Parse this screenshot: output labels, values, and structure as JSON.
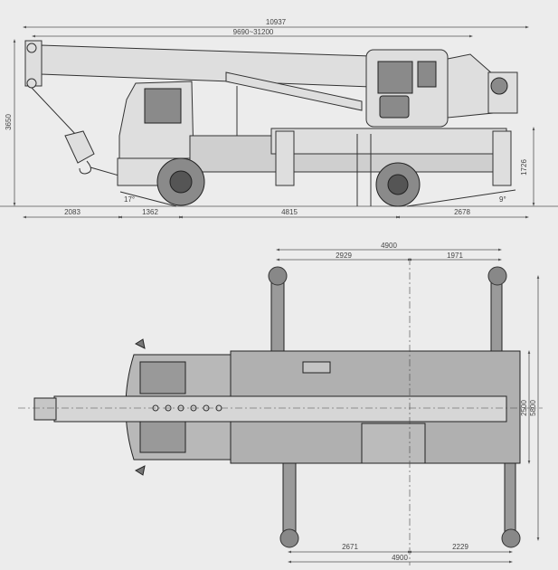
{
  "side_view": {
    "overall_length": "10937",
    "boom_length": "9690~31200",
    "overall_height": "3650",
    "outrigger_height": "1726",
    "approach_angle": "17°",
    "departure_angle": "9°",
    "front_overhang": "2083",
    "cab_to_axle": "1362",
    "wheelbase": "4815",
    "rear_overhang": "2678"
  },
  "top_view": {
    "outrigger_span_top": "4900",
    "front_to_center": "2929",
    "center_to_rear": "1971",
    "frame_width": "2500",
    "outrigger_width": "5800",
    "bottom_front_to_center": "2671",
    "bottom_center_to_rear": "2229",
    "outrigger_span_bottom": "4900"
  }
}
